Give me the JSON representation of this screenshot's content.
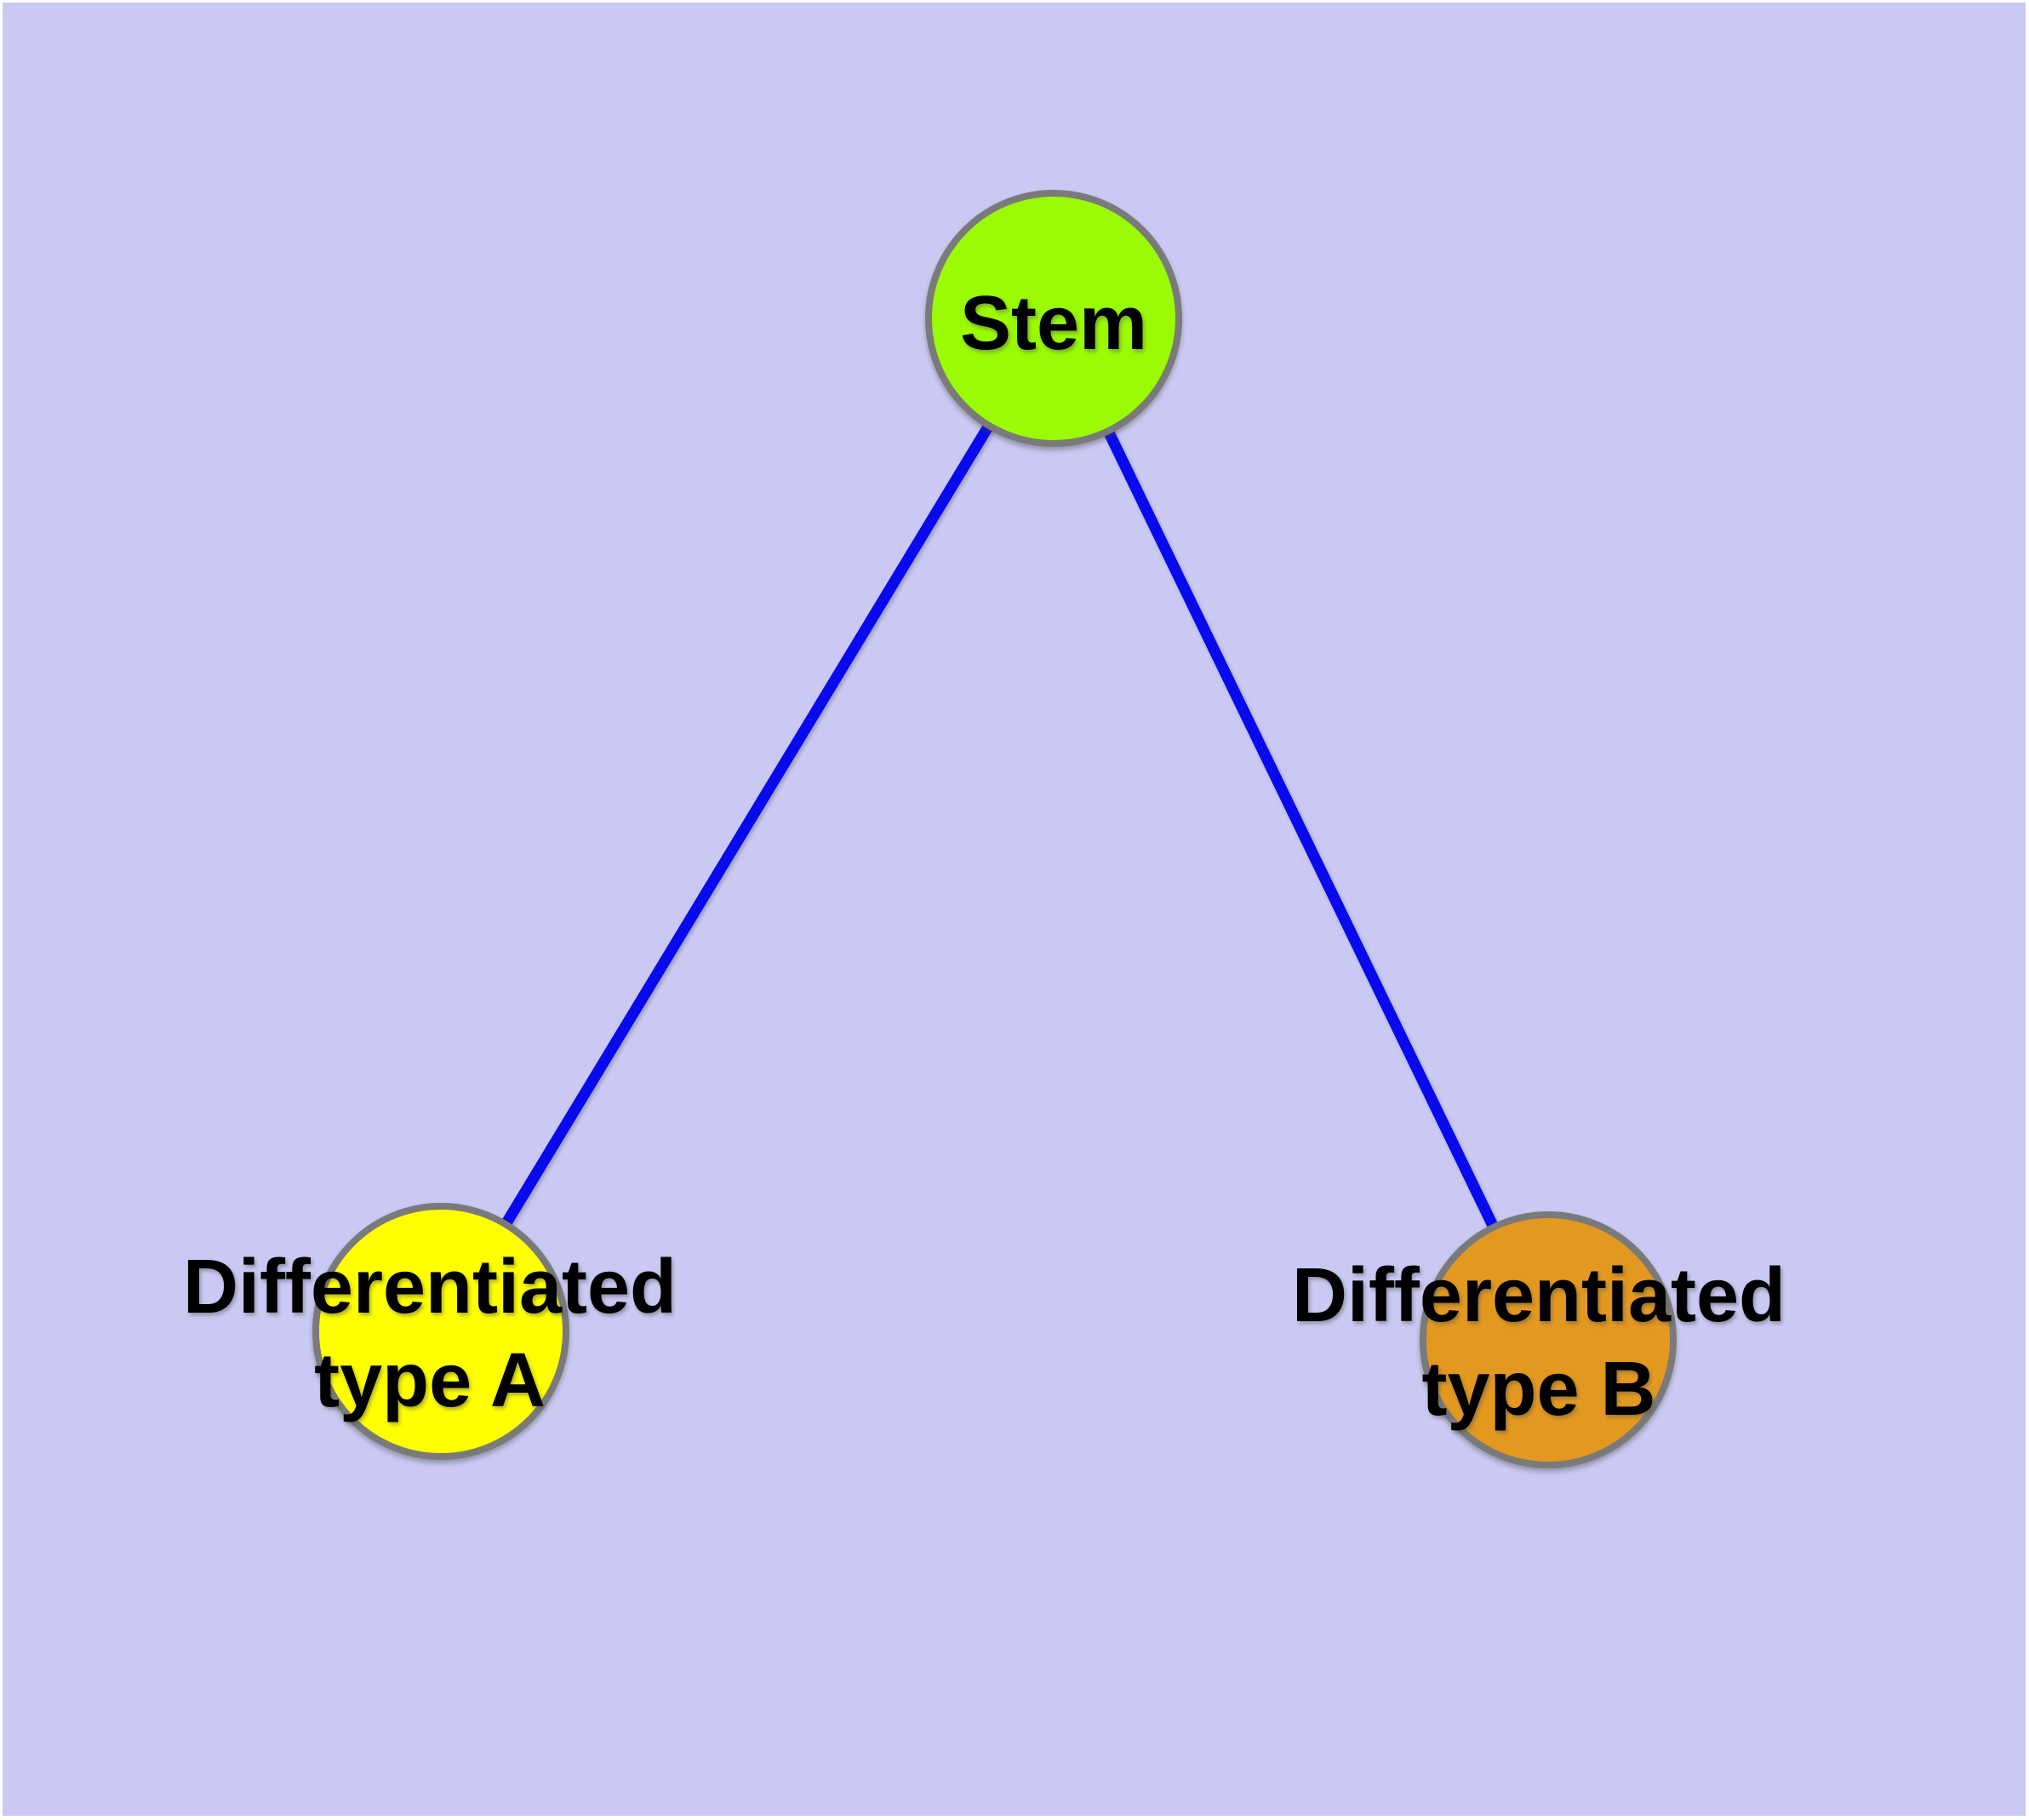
{
  "graph": {
    "background_color": "#C9C9F3",
    "frame_color": "#FFFFFF",
    "edge_color": "#0909EE",
    "node_border_color": "#7A7A7A",
    "label_color": "#000000",
    "nodes": {
      "stem": {
        "label": "Stem",
        "fill": "#9AFB04"
      },
      "type_a": {
        "label_line1": "Differentiated",
        "label_line2": "type A",
        "fill": "#FFFF00"
      },
      "type_b": {
        "label_line1": "Differentiated",
        "label_line2": "type B",
        "fill": "#E3991F"
      }
    },
    "edges": [
      {
        "from": "Stem",
        "to": "Differentiated type A"
      },
      {
        "from": "Stem",
        "to": "Differentiated type B"
      }
    ]
  }
}
